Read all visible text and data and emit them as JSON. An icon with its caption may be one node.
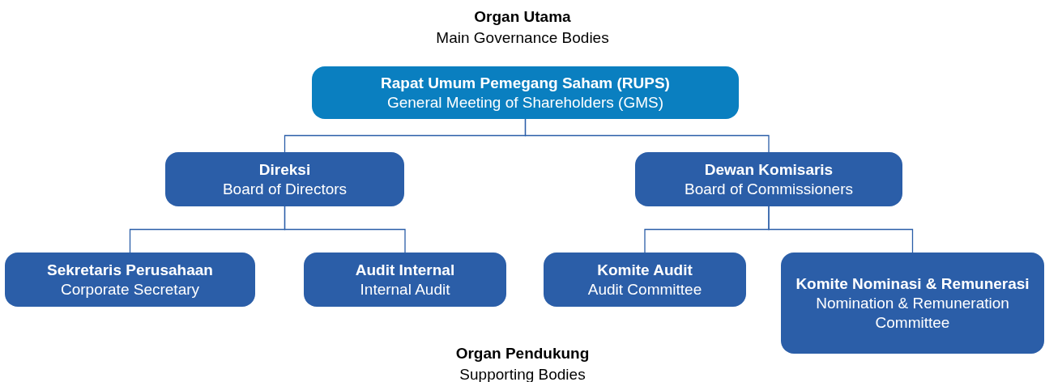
{
  "diagram": {
    "nodes": [
      {
        "text": [
          "Rapat Umum Pemegang Saham (RUPS)",
          "General Meeting of Shareholders (GMS)"
        ]
      },
      {
        "text": [
          "Direksi",
          "Board of Directors"
        ]
      },
      {
        "text": [
          "Dewan Komisaris",
          "Board of Commissioners"
        ]
      },
      {
        "text": [
          "Sekretaris Perusahaan",
          "Corporate Secretary"
        ]
      },
      {
        "text": [
          "Audit Internal",
          "Internal Audit"
        ]
      },
      {
        "text": [
          "Komite Audit",
          "Audit Committee"
        ]
      },
      {
        "text": [
          "Komite Nominasi & Remunerasi",
          "Nomination & Remuneration Committee"
        ]
      }
    ],
    "edges": [
      {
        "from": 0,
        "to": 1,
        "arrow": "none"
      },
      {
        "from": 0,
        "to": 2,
        "arrow": "none"
      },
      {
        "from": 1,
        "to": 3,
        "arrow": "none"
      },
      {
        "from": 1,
        "to": 4,
        "arrow": "none"
      },
      {
        "from": 2,
        "to": 5,
        "arrow": "none"
      },
      {
        "from": 2,
        "to": 6,
        "arrow": "none"
      }
    ],
    "labels": [
      "Organ Utama",
      "Main Governance Bodies",
      "Organ Pendukung",
      "Supporting Bodies"
    ]
  }
}
